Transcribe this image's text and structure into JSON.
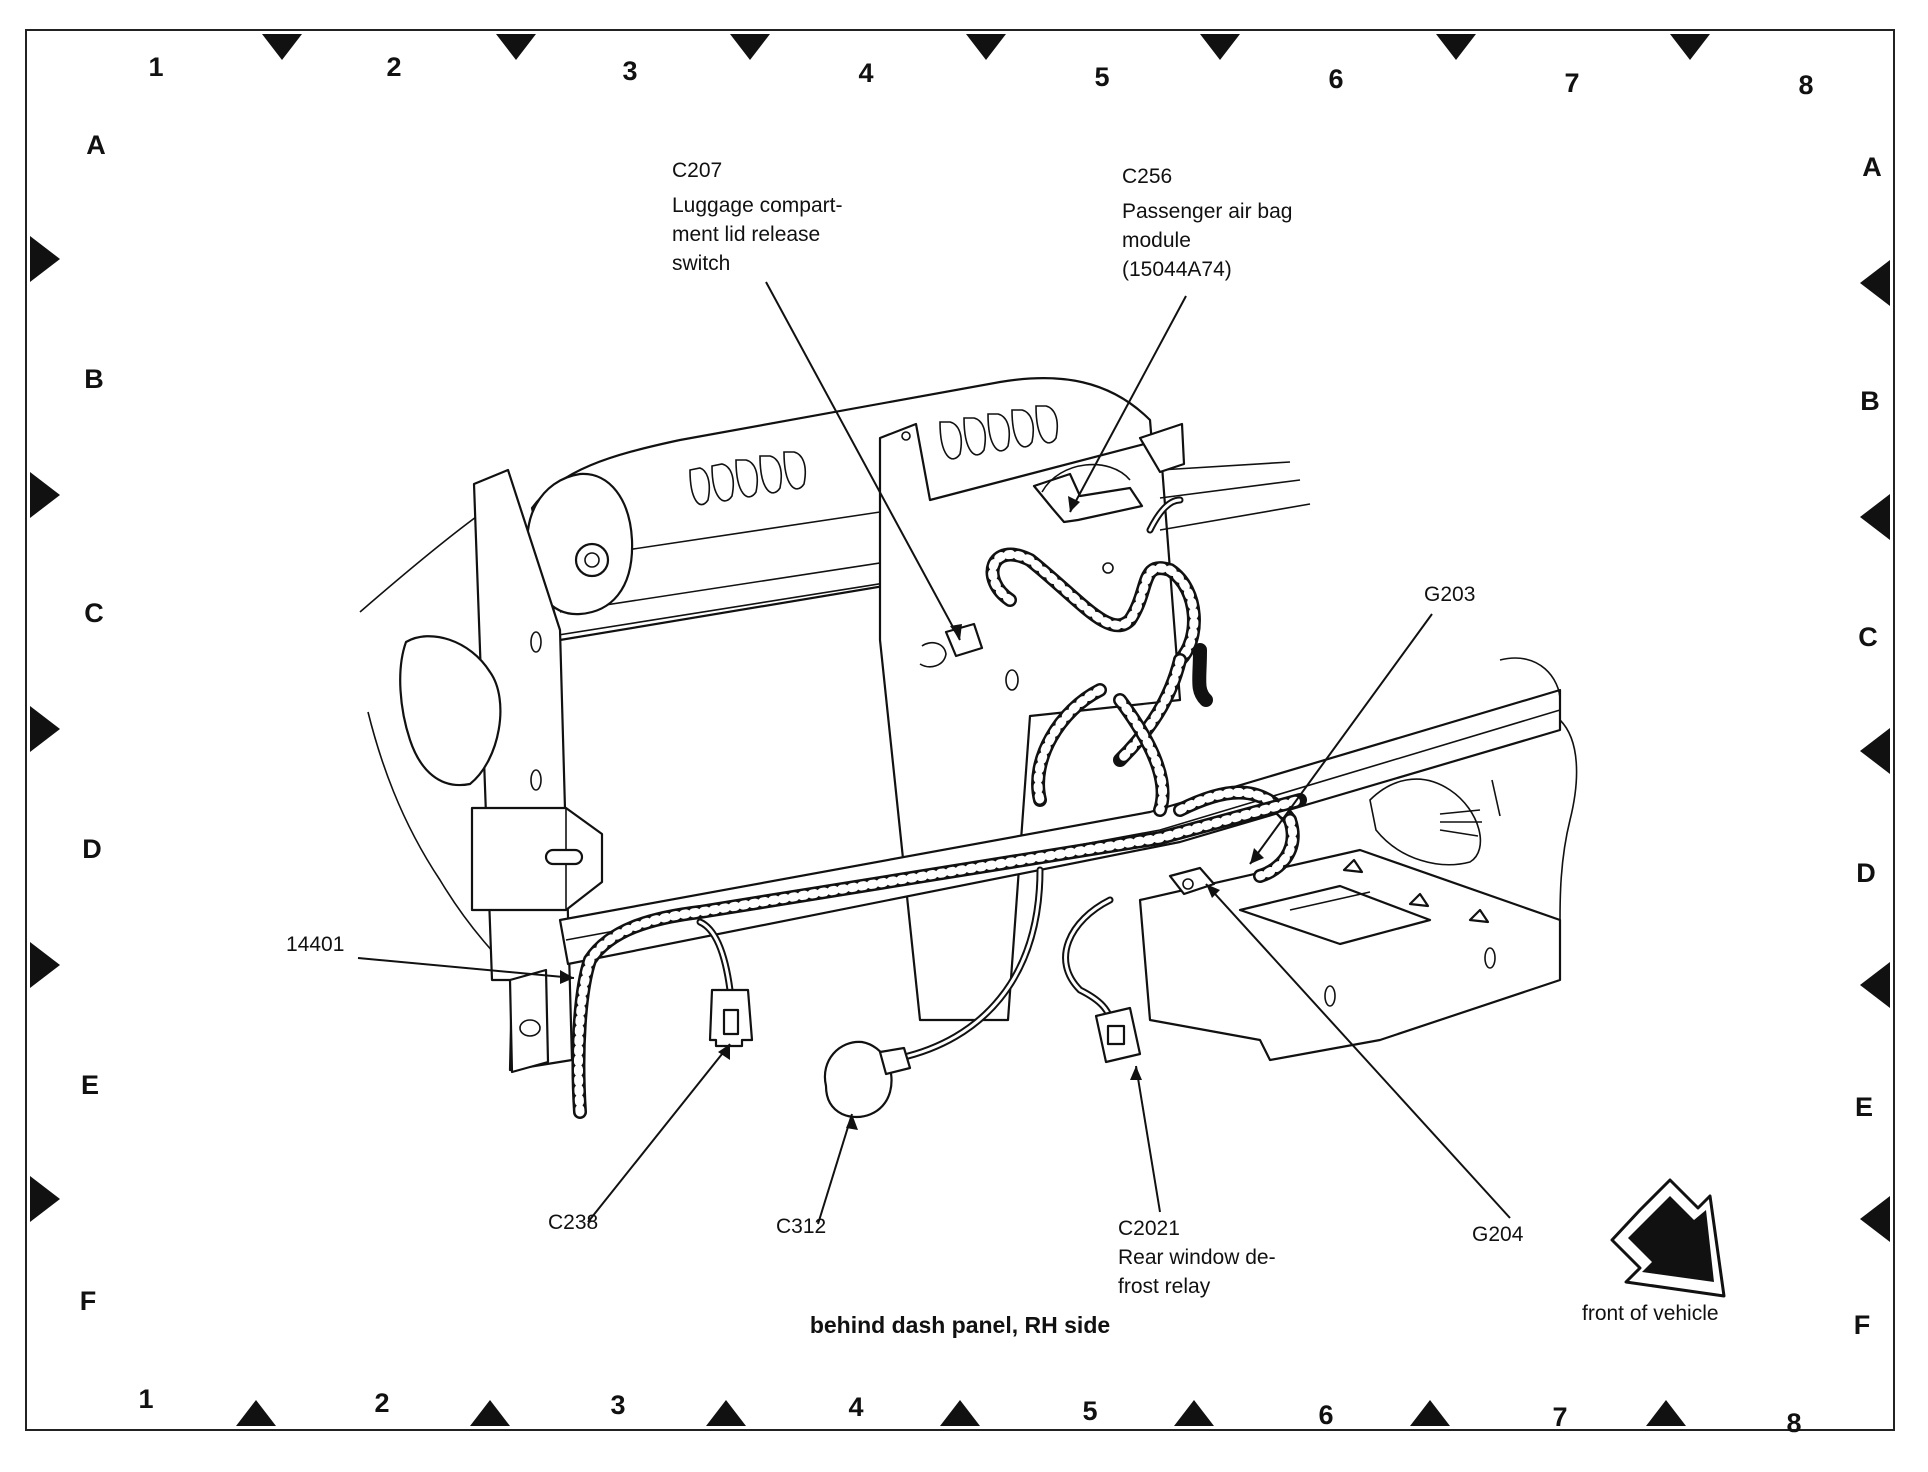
{
  "grid": {
    "columns": [
      "1",
      "2",
      "3",
      "4",
      "5",
      "6",
      "7",
      "8"
    ],
    "rows": [
      "A",
      "B",
      "C",
      "D",
      "E",
      "F"
    ]
  },
  "callouts": {
    "c207": {
      "id": "C207",
      "desc": [
        "Luggage compart-",
        "ment lid release",
        "switch"
      ]
    },
    "c256": {
      "id": "C256",
      "desc": [
        "Passenger air bag",
        "module",
        "(15044A74)"
      ]
    },
    "g203": {
      "id": "G203"
    },
    "w14401": {
      "id": "14401"
    },
    "c238": {
      "id": "C238"
    },
    "c312": {
      "id": "C312"
    },
    "c2021": {
      "id": "C2021",
      "desc": [
        "Rear window de-",
        "frost relay"
      ]
    },
    "g204": {
      "id": "G204"
    }
  },
  "caption": "behind dash panel, RH side",
  "front_label": "front of vehicle",
  "colors": {
    "ink": "#111111",
    "paper": "#ffffff"
  }
}
